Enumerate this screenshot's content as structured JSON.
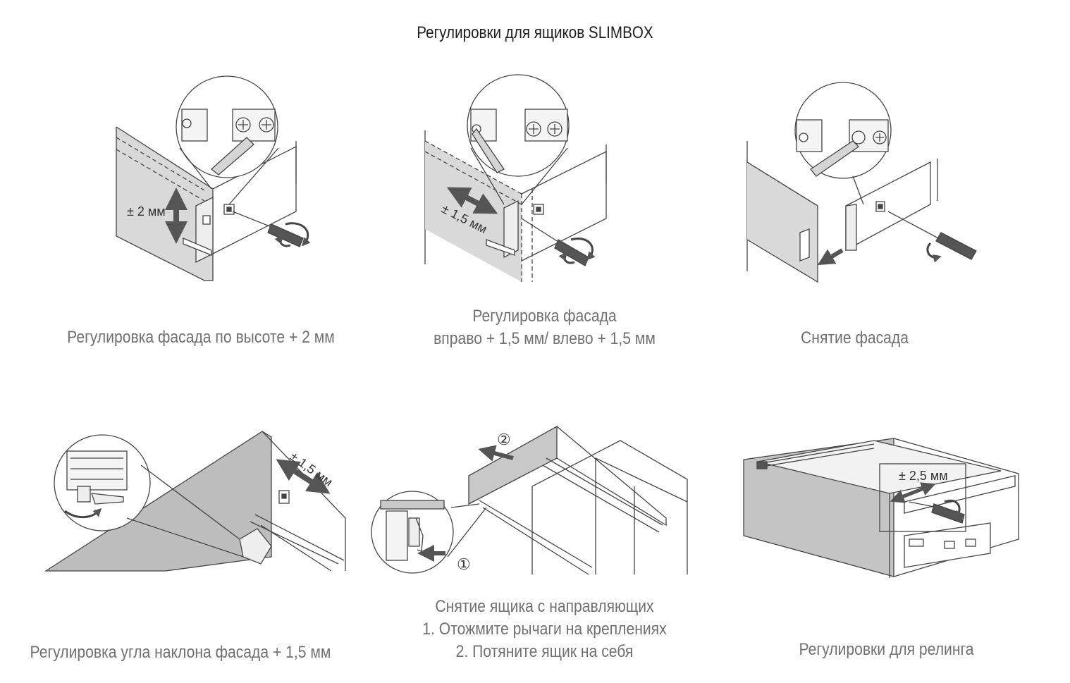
{
  "page_title": "Регулировки для ящиков SLIMBOX",
  "panels": [
    {
      "caption_lines": [
        "Регулировка фасада по высоте + 2 мм"
      ],
      "dimension_label": "± 2 мм"
    },
    {
      "caption_lines": [
        "Регулировка фасада",
        "вправо + 1,5 мм/ влево + 1,5 мм"
      ],
      "dimension_label": "± 1,5 мм"
    },
    {
      "caption_lines": [
        "Снятие фасада"
      ]
    },
    {
      "caption_lines": [
        "Регулировка угла наклона фасада + 1,5 мм"
      ],
      "dimension_label": "± 1,5 мм"
    },
    {
      "caption_lines": [
        "Снятие ящика с направляющих",
        "1. Отожмите рычаги на креплениях",
        "2. Потяните ящик на себя"
      ],
      "step_markers": [
        "②",
        "①"
      ]
    },
    {
      "caption_lines": [
        "Регулировки для релинга"
      ],
      "dimension_label": "± 2,5 мм"
    }
  ],
  "colors": {
    "line": "#444444",
    "panel_fill": "#d7d7d7",
    "panel_fill_dark": "#b5b5b5",
    "arrow": "#555555",
    "caption_text": "#707070",
    "title_text": "#1e1e1e"
  }
}
